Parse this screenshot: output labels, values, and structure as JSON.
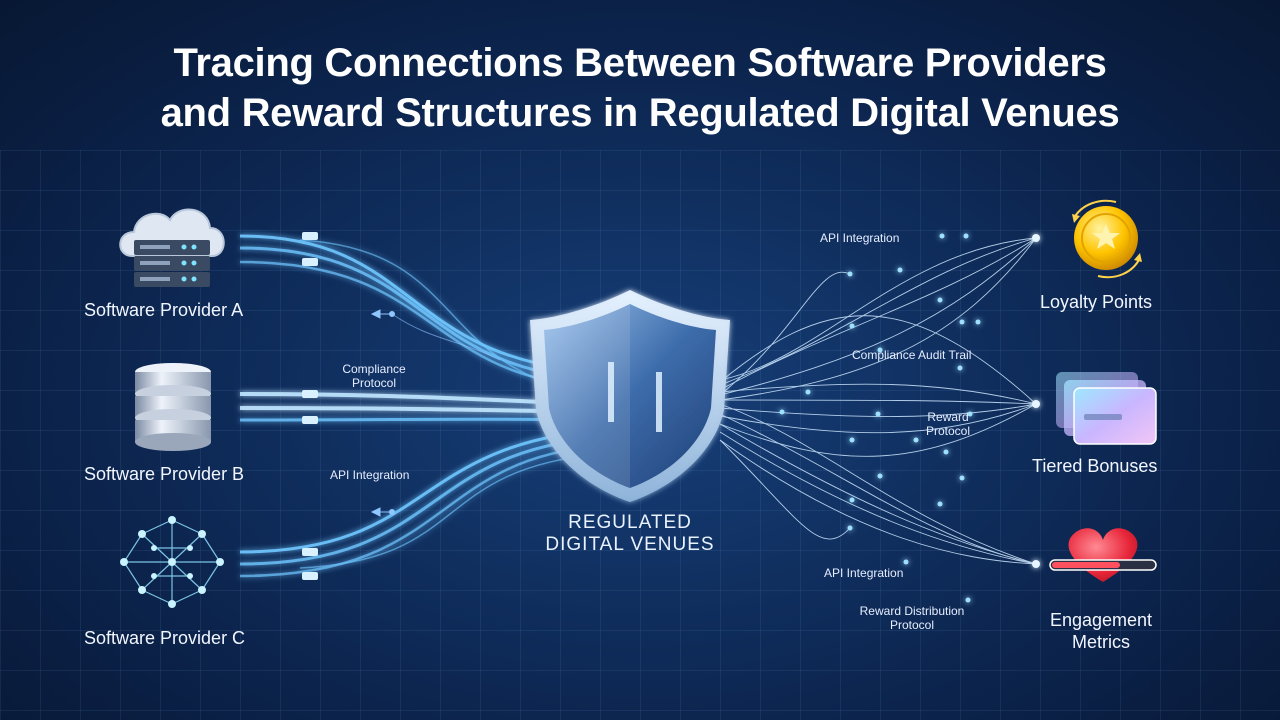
{
  "title": {
    "line1": "Tracing Connections Between Software Providers",
    "line2": "and Reward Structures in Regulated Digital Venues"
  },
  "providers": [
    {
      "label": "Software Provider A",
      "icon": "cloud-server-icon"
    },
    {
      "label": "Software Provider B",
      "icon": "database-icon"
    },
    {
      "label": "Software Provider C",
      "icon": "network-icon"
    }
  ],
  "hub": {
    "line1": "REGULATED",
    "line2": "DIGITAL VENUES",
    "icon": "shield-icon"
  },
  "rewards": [
    {
      "label": "Loyalty Points",
      "icon": "coin-icon"
    },
    {
      "label": "Tiered Bonuses",
      "icon": "cards-icon"
    },
    {
      "label": "Engagement Metrics",
      "icon": "heart-icon"
    }
  ],
  "left_annotations": {
    "compliance_protocol": "Compliance Protocol",
    "api_integration": "API Integration"
  },
  "right_annotations": {
    "api_integration_top": "API Integration",
    "compliance_audit_trail": "Compliance Audit Trail",
    "reward_protocol": "Reward Protocol",
    "api_integration_bottom": "API Integration",
    "reward_distribution_protocol": "Reward Distribution Protocol"
  },
  "colors": {
    "background": "#0a1f44",
    "flow": "#6fc6ff",
    "accent_gold": "#ffc400",
    "accent_red": "#e8263a"
  }
}
